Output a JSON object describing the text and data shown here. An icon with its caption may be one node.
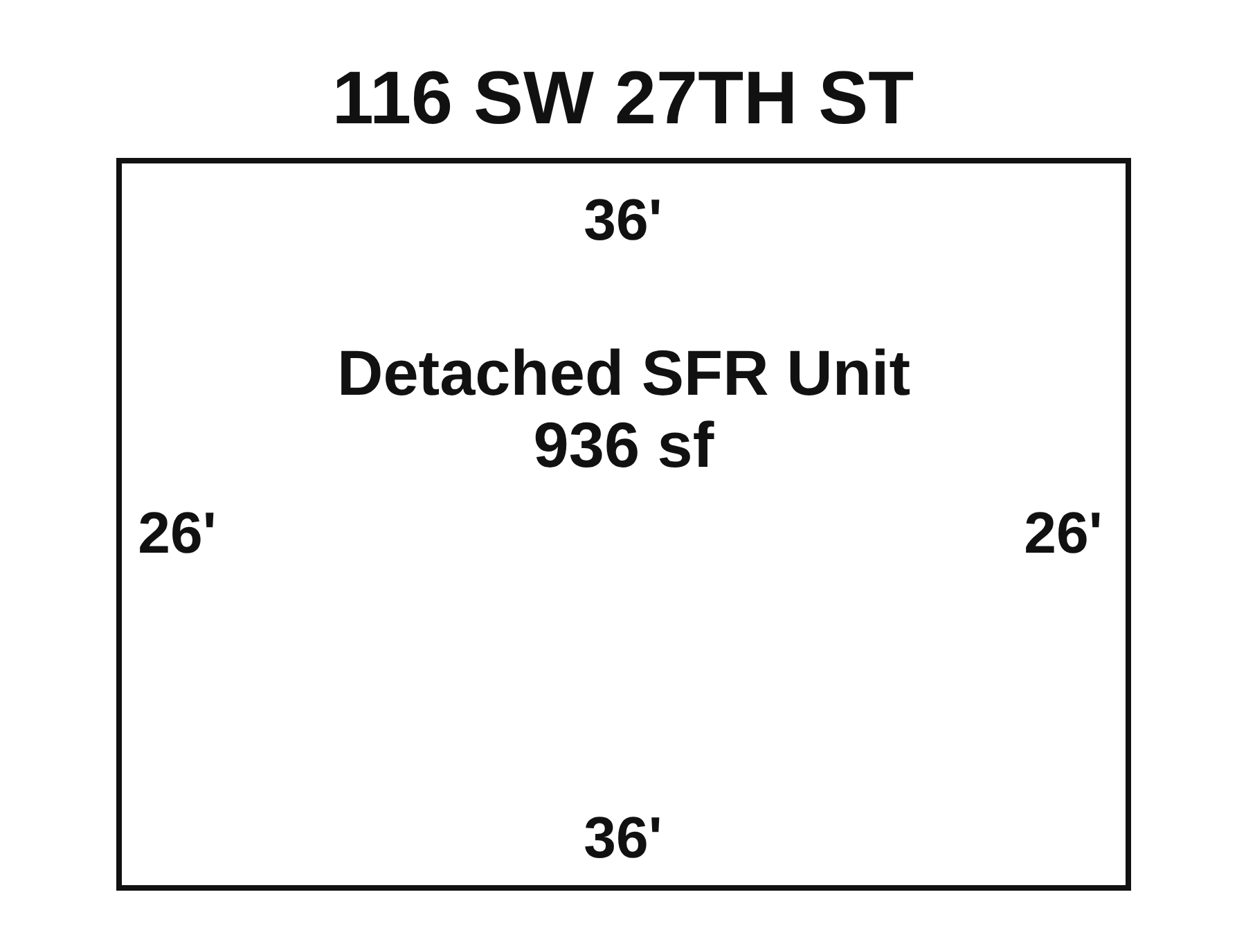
{
  "diagram": {
    "title": "116 SW 27TH ST",
    "nodes": [
      {
        "text": [
          "Detached SFR Unit",
          "936 sf"
        ]
      }
    ],
    "labels": [
      "36'",
      "26'",
      "26'",
      "36'"
    ]
  }
}
